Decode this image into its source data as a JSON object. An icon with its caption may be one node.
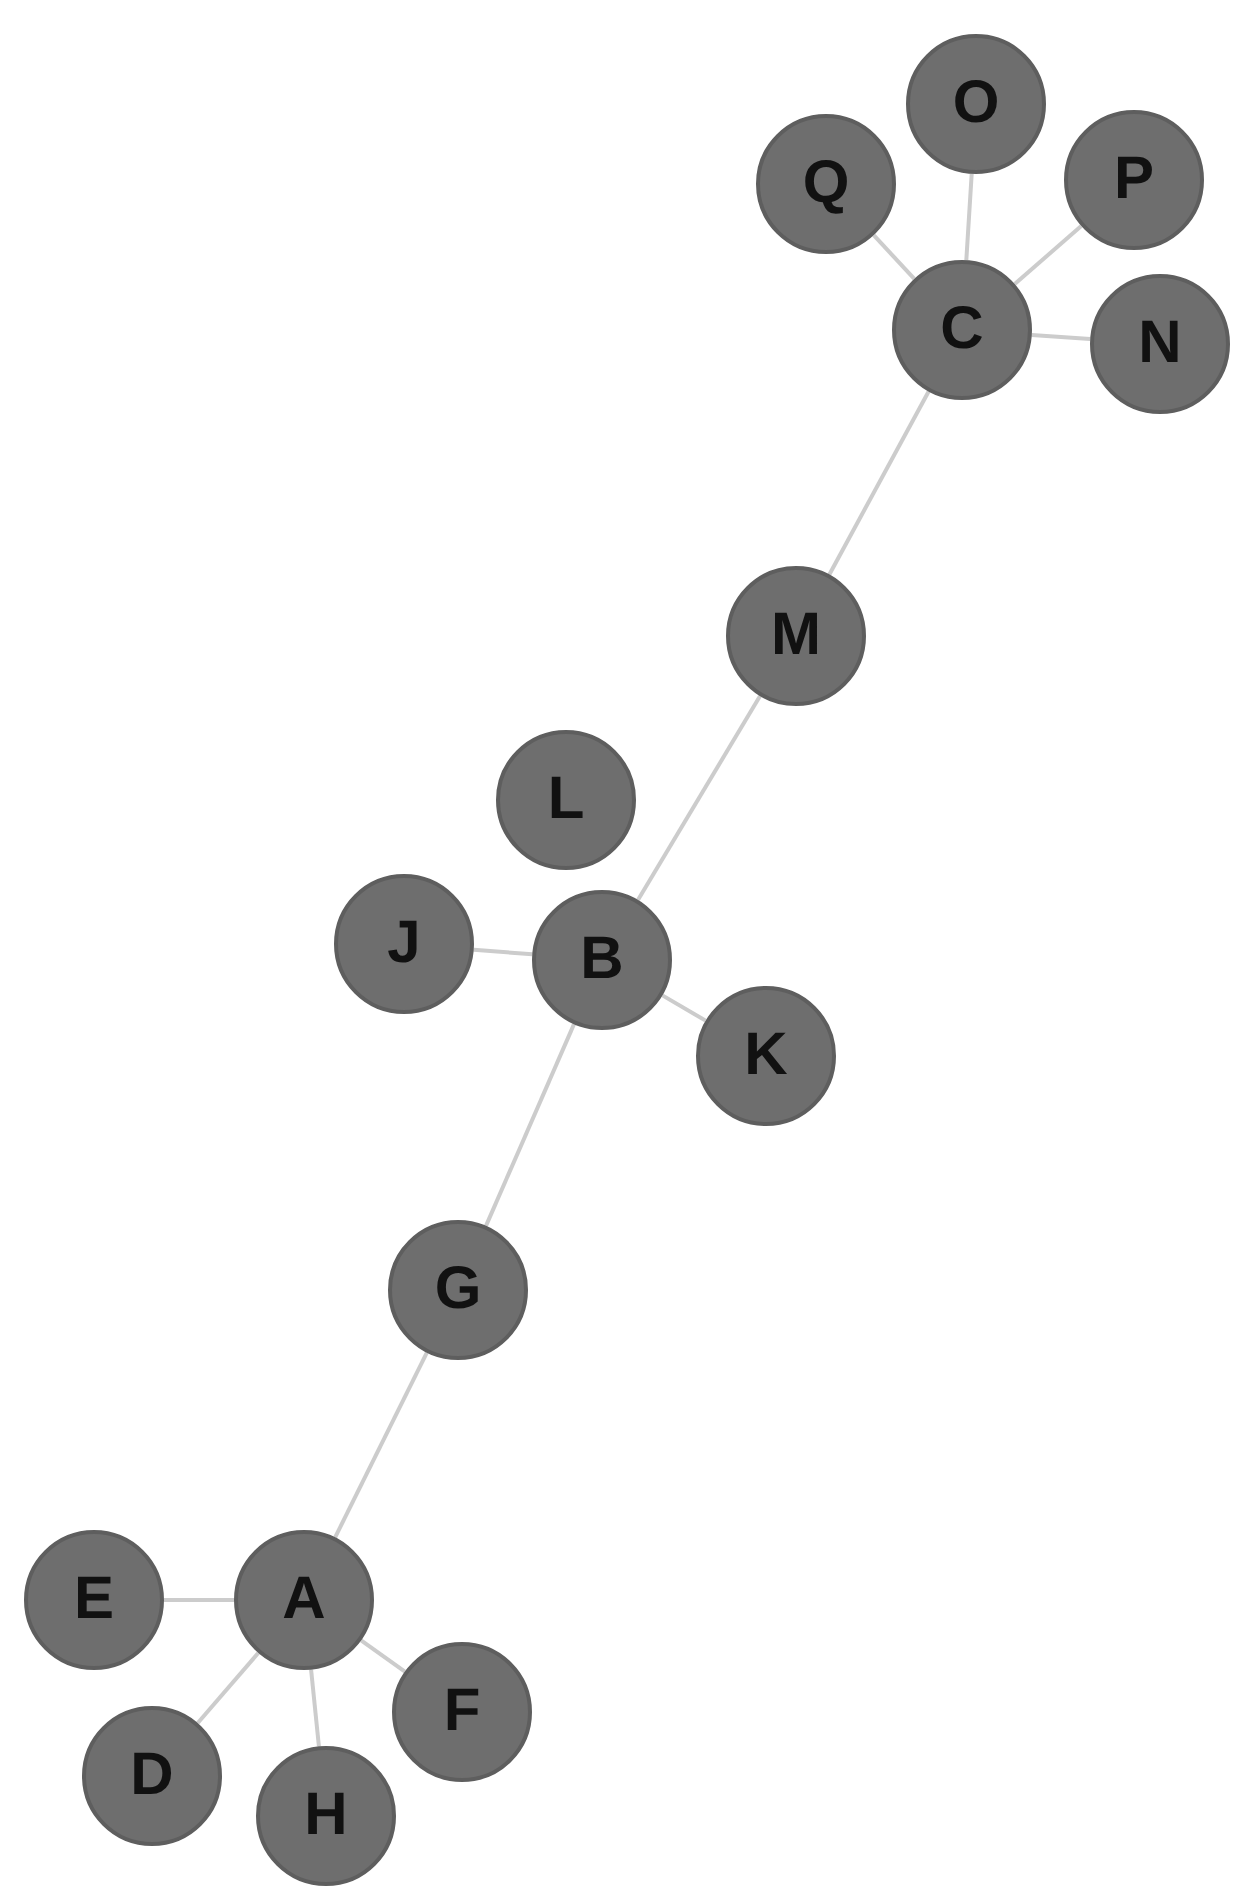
{
  "diagram": {
    "nodes": [
      {
        "text": [
          "O"
        ]
      },
      {
        "text": [
          "Q"
        ]
      },
      {
        "text": [
          "P"
        ]
      },
      {
        "text": [
          "C"
        ]
      },
      {
        "text": [
          "N"
        ]
      },
      {
        "text": [
          "M"
        ]
      },
      {
        "text": [
          "L"
        ]
      },
      {
        "text": [
          "J"
        ]
      },
      {
        "text": [
          "B"
        ]
      },
      {
        "text": [
          "K"
        ]
      },
      {
        "text": [
          "G"
        ]
      },
      {
        "text": [
          "A"
        ]
      },
      {
        "text": [
          "E"
        ]
      },
      {
        "text": [
          "F"
        ]
      },
      {
        "text": [
          "D"
        ]
      },
      {
        "text": [
          "H"
        ]
      }
    ],
    "edges": [
      {
        "from": 3,
        "to": 0,
        "arrow": "none"
      },
      {
        "from": 3,
        "to": 1,
        "arrow": "none"
      },
      {
        "from": 3,
        "to": 2,
        "arrow": "none"
      },
      {
        "from": 3,
        "to": 4,
        "arrow": "none"
      },
      {
        "from": 3,
        "to": 5,
        "arrow": "none"
      },
      {
        "from": 5,
        "to": 8,
        "arrow": "none"
      },
      {
        "from": 8,
        "to": 7,
        "arrow": "none"
      },
      {
        "from": 8,
        "to": 9,
        "arrow": "none"
      },
      {
        "from": 8,
        "to": 10,
        "arrow": "none"
      },
      {
        "from": 10,
        "to": 11,
        "arrow": "none"
      },
      {
        "from": 11,
        "to": 12,
        "arrow": "none"
      },
      {
        "from": 11,
        "to": 13,
        "arrow": "none"
      },
      {
        "from": 11,
        "to": 14,
        "arrow": "none"
      },
      {
        "from": 11,
        "to": 15,
        "arrow": "none"
      }
    ]
  }
}
